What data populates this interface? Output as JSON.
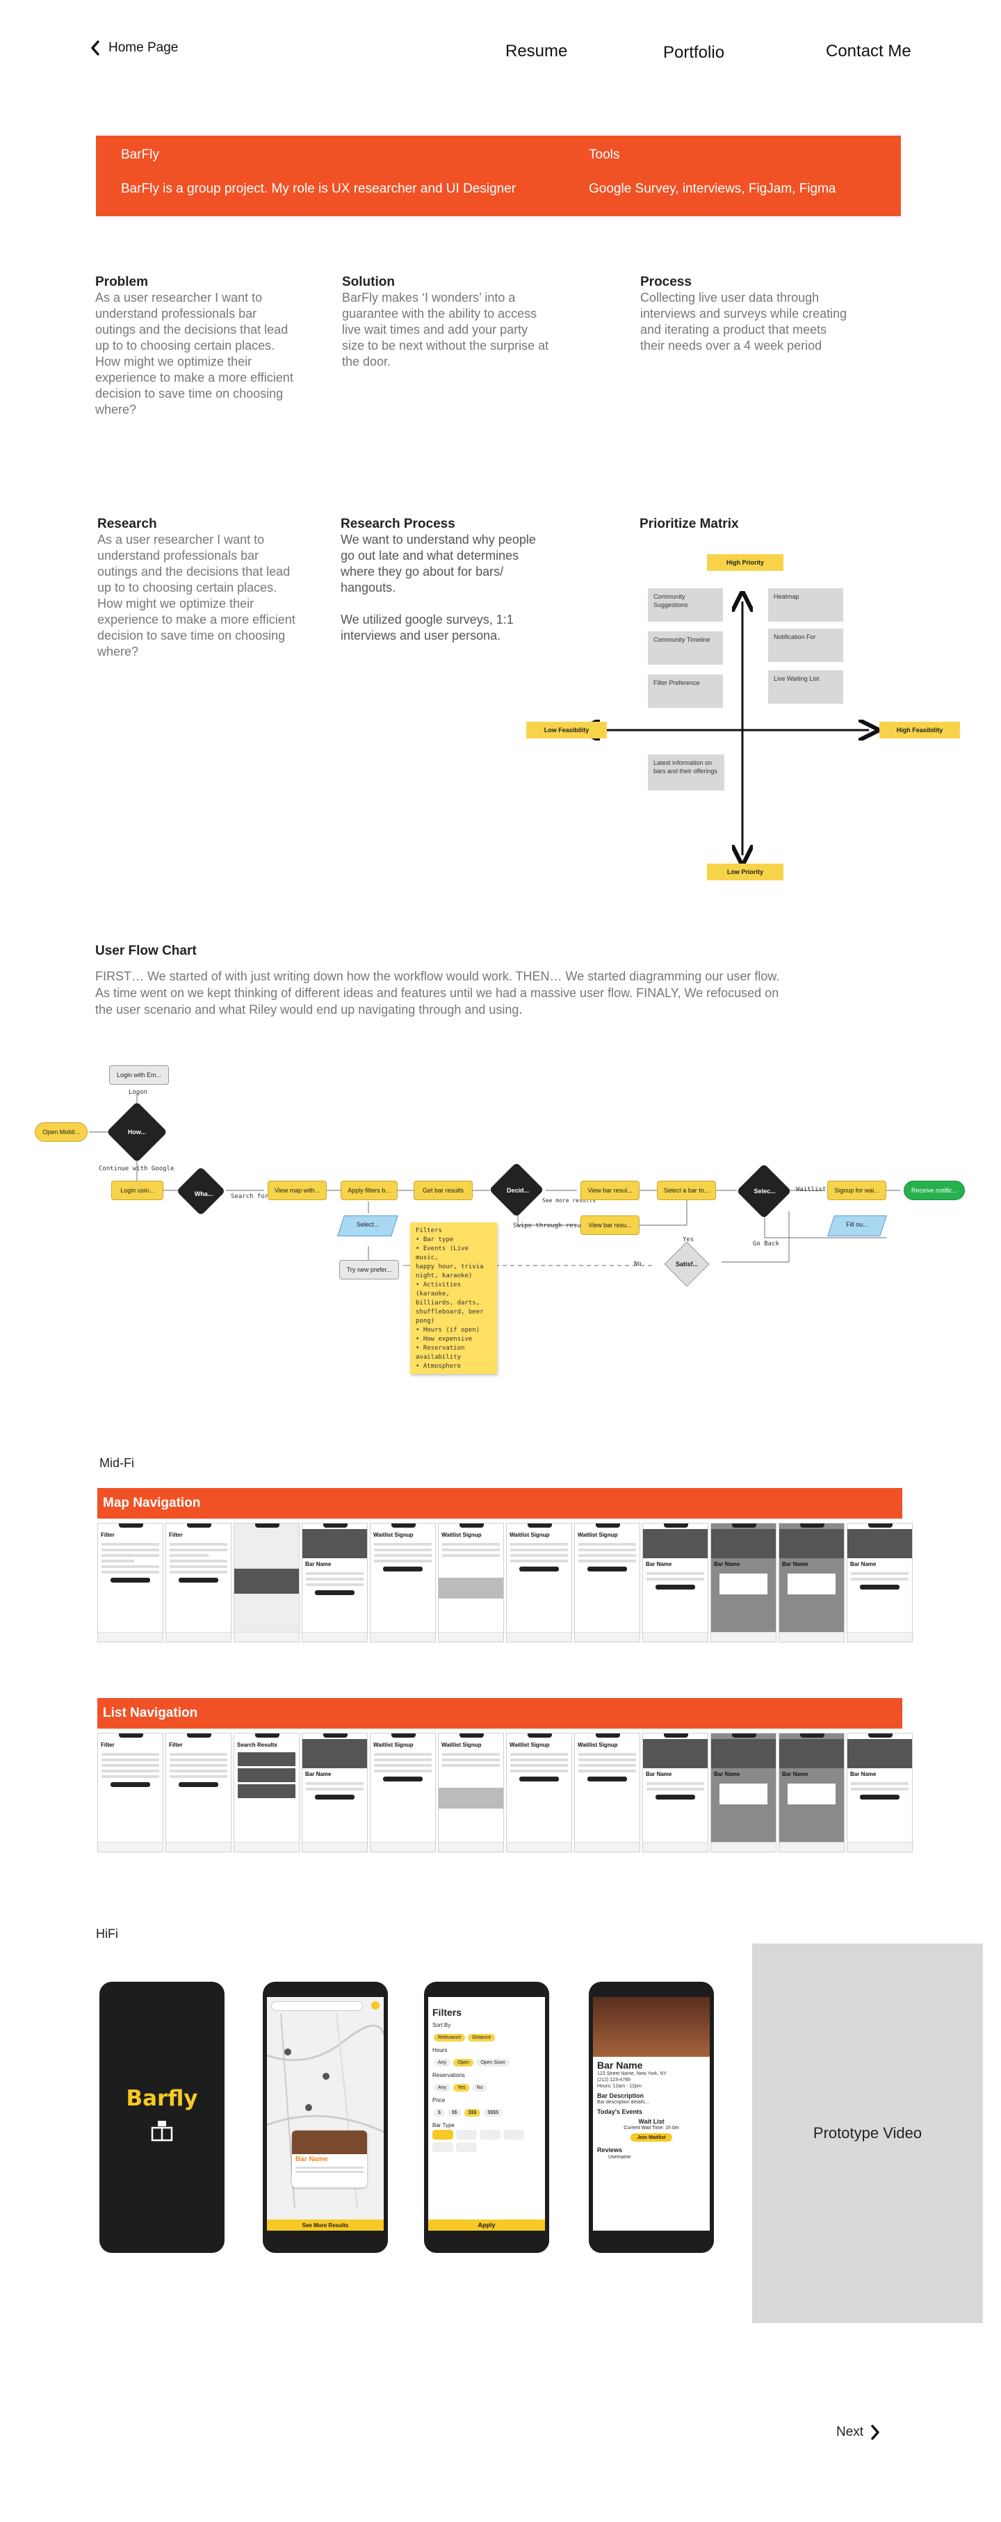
{
  "nav": {
    "home": "Home Page",
    "resume": "Resume",
    "portfolio": "Portfolio",
    "contact": "Contact Me"
  },
  "banner": {
    "title": "BarFly",
    "desc": "BarFly is a group project. My role is UX researcher and UI Designer",
    "tools_title": "Tools",
    "tools": "Google Survey, interviews, FigJam, Figma",
    "color": "#f05226"
  },
  "problem": {
    "title": "Problem",
    "lines": [
      "As a user researcher I want to",
      "understand professionals  bar",
      "outings and the decisions that lead",
      "up to to choosing certain places.",
      "How might we optimize their",
      "experience to make a more efficient",
      "decision to save time on choosing",
      "where?"
    ]
  },
  "solution": {
    "title": "Solution",
    "lines": [
      "BarFly makes ‘I wonders’ into a",
      "guarantee with the ability to access",
      "live wait times and add your party",
      "size to be next without the surprise at",
      "the door."
    ]
  },
  "process": {
    "title": "Process",
    "lines": [
      "Collecting live user data through",
      "interviews and surveys while creating",
      "and iterating a product that meets",
      "their needs over a 4 week period"
    ]
  },
  "research": {
    "title": "Research",
    "lines": [
      "As a user researcher I want to",
      "understand professionals  bar",
      "outings and the decisions that lead",
      "up to to choosing certain places.",
      "How might we optimize their",
      "experience to make a more efficient",
      "decision to save time on choosing",
      "where?"
    ]
  },
  "research_process": {
    "title": "Research Process",
    "lines": [
      "We want to understand why people",
      "go out late and what determines",
      "where they go about for bars/",
      "hangouts."
    ],
    "lines2": [
      "We utilized google surveys, 1:1",
      "interviews and user persona."
    ]
  },
  "matrix": {
    "title": "Prioritize Matrix",
    "high_priority": "High Priority",
    "low_priority": "Low Priority",
    "low_feasibility": "Low Feasibility",
    "high_feasibility": "High Feasibility",
    "items": {
      "community_suggestions": "Community Suggestions",
      "community_timeline": "Community Timeline",
      "filter_preference": "Filter Preference",
      "heatmap": "Heatmap",
      "notification": "Notification For",
      "live_waiting": "Live Waiting List",
      "latest_info": "Latest information on bars and their offerings"
    }
  },
  "userflow": {
    "title": "User Flow Chart",
    "lines": [
      "FIRST… We started of with just writing down how the workflow would work. THEN… We started diagramming our user flow.",
      "As time went on we kept thinking of different ideas and features until we had a massive user flow. FINALY, We refocused on",
      "the user scenario and what Riley would end up navigating through and using."
    ],
    "nodes": {
      "login_email": "Login with Em...",
      "logon": "Logon",
      "open_mobile": "Open Mobil...",
      "how": "How...",
      "continue_google": "Continue with Google",
      "login_using": "Login usin...",
      "wha": "Wha...",
      "search_bar": "Search for bar",
      "view_map": "View map with...",
      "apply_filters": "Apply filters b...",
      "get_bar_results": "Get bar results",
      "decide": "Decid...",
      "see_more": "See more results",
      "view_bar_results": "View bar resul...",
      "select_bar": "Select a bar to...",
      "selec": "Selec...",
      "waitlist": "Waitlist",
      "signup": "Signup for wai...",
      "receive": "Receive notific...",
      "select_para": "Select...",
      "try_new": "Try new prefer...",
      "swipe": "Swipe through results",
      "view_bar2": "View bar resu...",
      "yes": "Yes",
      "no": "No",
      "go_back": "Go Back",
      "satisf": "Satisf...",
      "fill": "Fill ou..."
    },
    "filters_note": [
      "Filters",
      "• Bar type",
      "• Events (Live music,",
      "  happy hour, trivia",
      "  night, karaoke)",
      "• Activities",
      "  (karaoke,",
      "  billiards, darts,",
      "  shuffleboard, beer",
      "  pong)",
      "• Hours (if open)",
      "• How expensive",
      "• Reservation",
      "  availability",
      "• Atmosphere"
    ]
  },
  "midfi": {
    "title": "Mid-Fi",
    "map_nav": "Map Navigation",
    "list_nav": "List Navigation",
    "map_screens": [
      "Filter",
      "Filter",
      "",
      "Bar Name",
      "Waitlist Signup",
      "Waitlist Signup",
      "Waitlist Signup",
      "Waitlist Signup",
      "Bar Name",
      "Bar Name",
      "Bar Name",
      "Bar Name"
    ],
    "list_screens": [
      "Filter",
      "Filter",
      "Search Results",
      "Bar Name",
      "Waitlist Signup",
      "Waitlist Signup",
      "Waitlist Signup",
      "Waitlist Signup",
      "Bar Name",
      "Bar Name",
      "Bar Name",
      "Bar Name"
    ]
  },
  "hifi": {
    "title": "HiFi",
    "logo": "Barfly",
    "bar_name": "Bar Name",
    "see_more": "See More Results",
    "filters": "Filters",
    "sort_by": "Sort By",
    "relevance": "Relevance",
    "distance": "Distance",
    "hours": "Hours",
    "any": "Any",
    "open": "Open",
    "open_soon": "Open Soon",
    "reservations": "Reservations",
    "yes": "Yes",
    "no": "No",
    "price": "Price",
    "prices": [
      "$",
      "$$",
      "$$$",
      "$$$$"
    ],
    "bar_type": "Bar Type",
    "apply": "Apply",
    "address": "123 Street Name, New York, NY",
    "phone": "(212) 123-4789",
    "hours_text": "Hours: 12am - 12pm",
    "bar_desc_title": "Bar Description",
    "bar_desc": "Bar description details...",
    "events": "Today's Events",
    "waitlist": "Wait List",
    "current_wait": "Current Wait Time: 1h 0m",
    "join": "Join Waitlist",
    "reviews": "Reviews",
    "username": "Username",
    "prototype": "Prototype Video"
  },
  "footer": {
    "next": "Next"
  }
}
